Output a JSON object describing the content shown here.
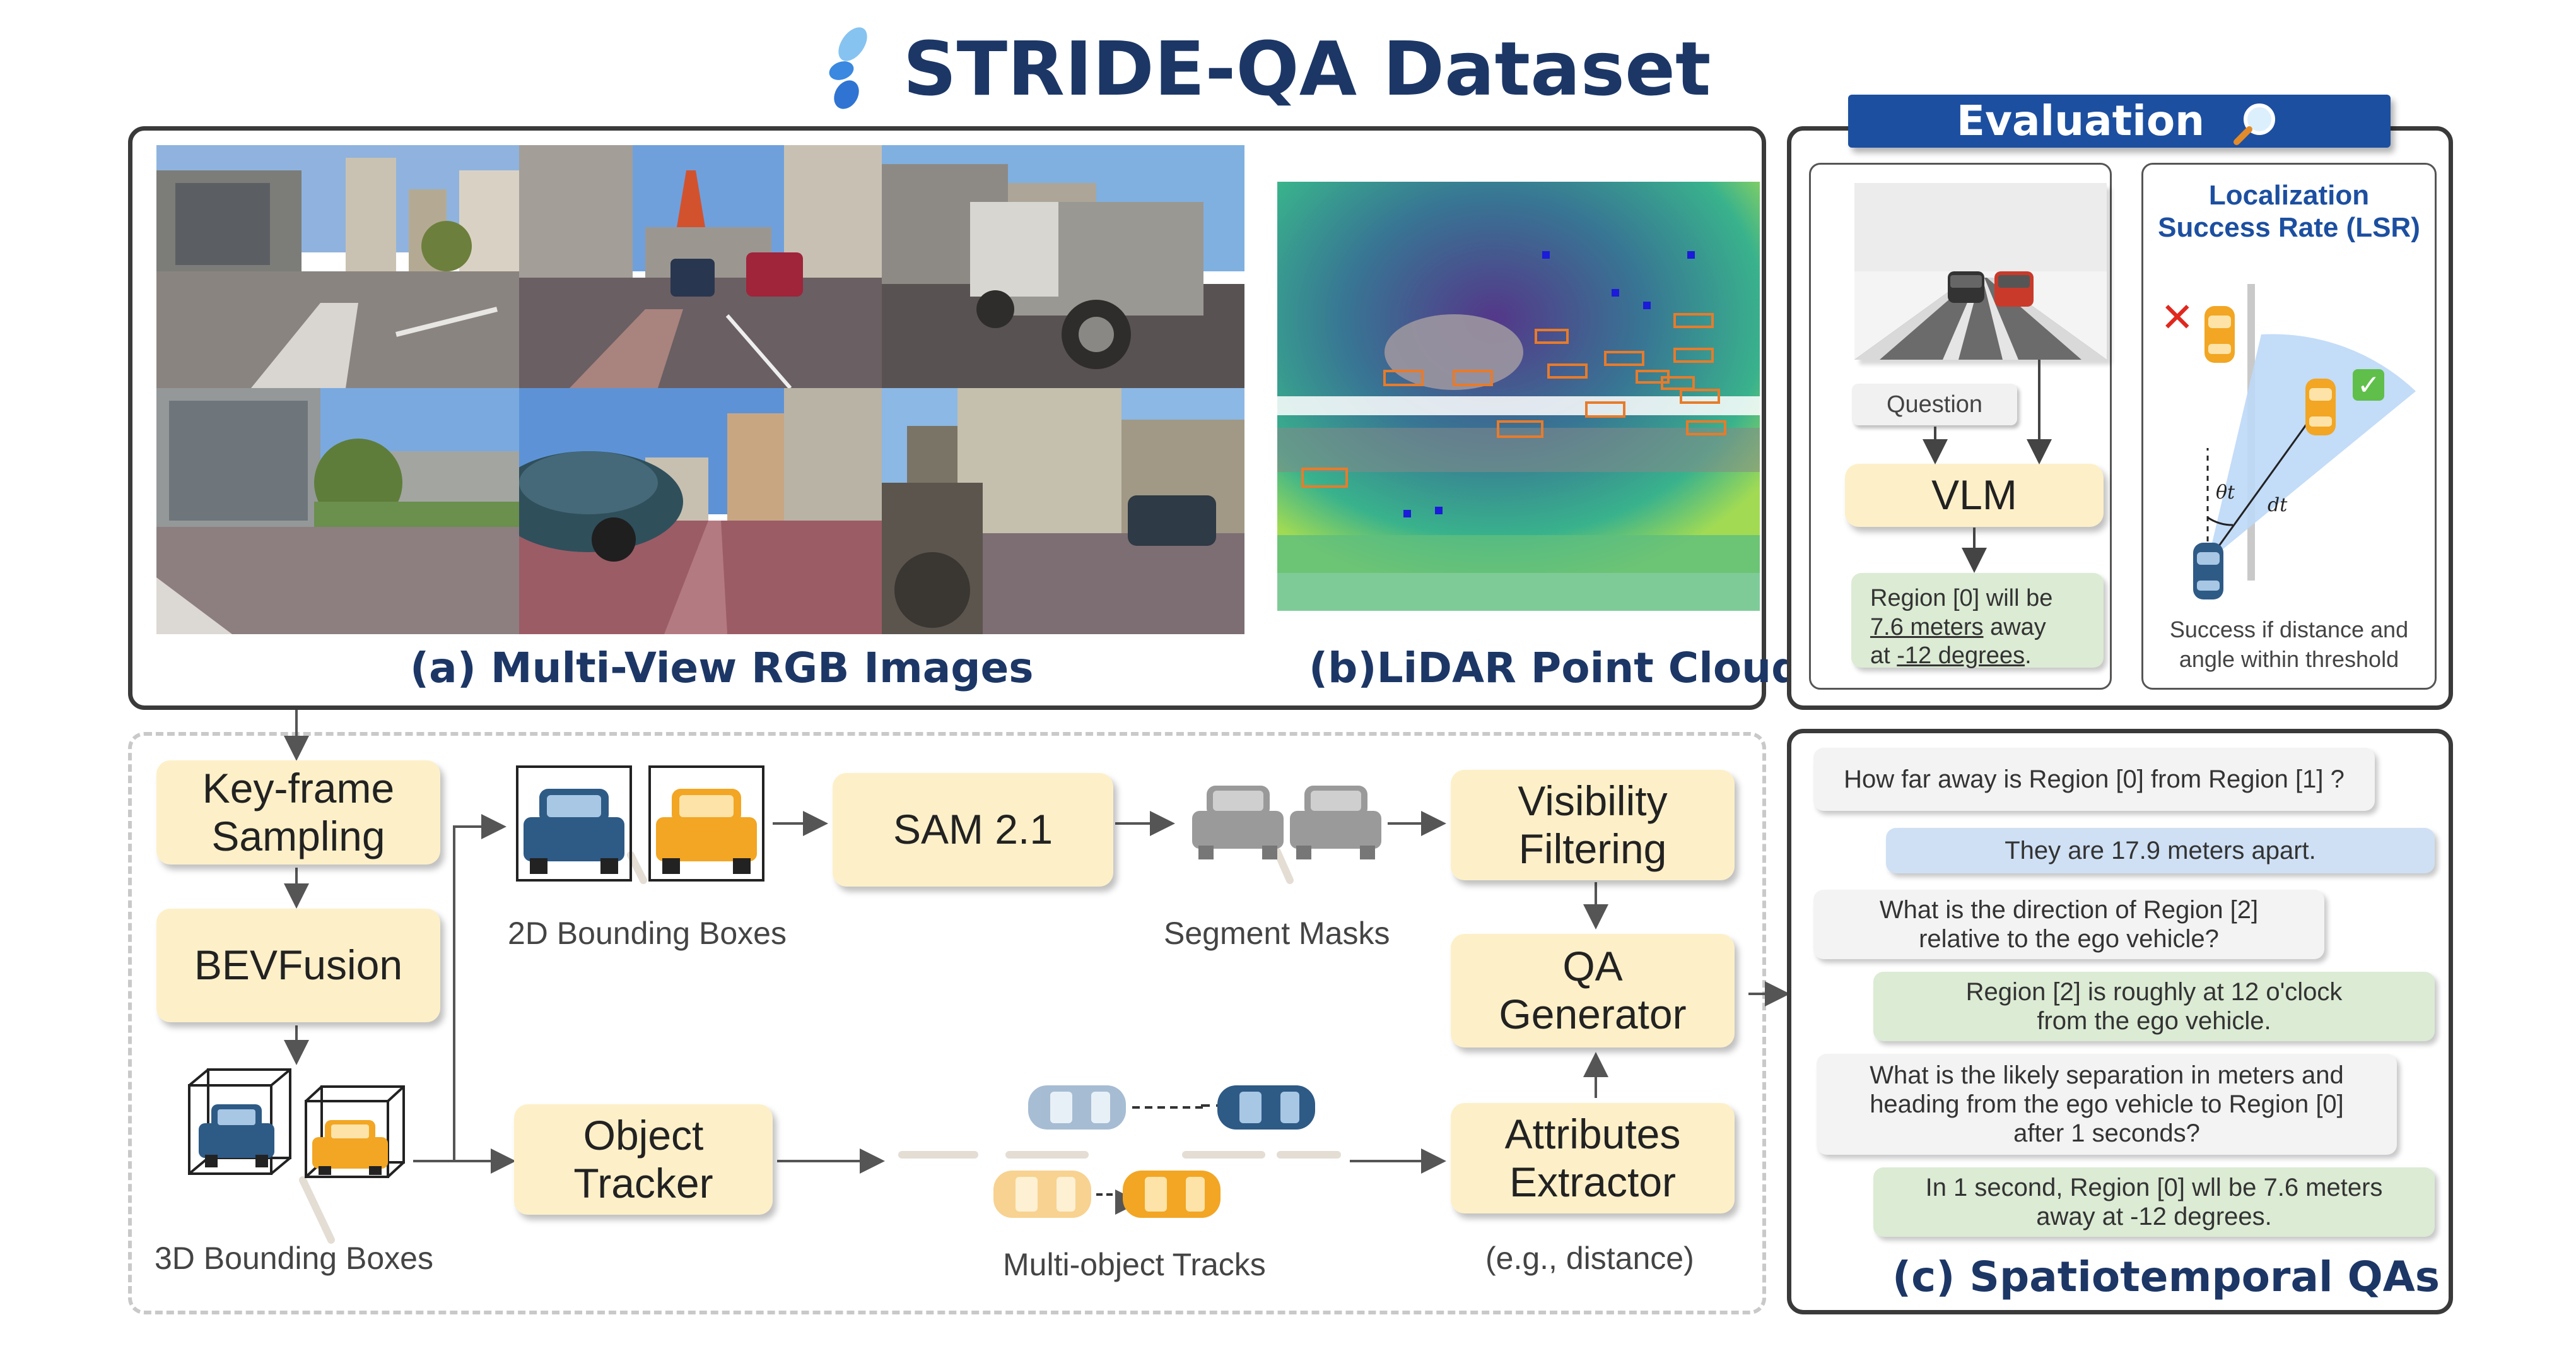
{
  "title": "STRIDE-QA Dataset",
  "captions": {
    "rgb": "(a) Multi-View RGB Images",
    "lidar": "(b)LiDAR Point Cloud",
    "qas": "(c) Spatiotemporal QAs"
  },
  "evaluation": {
    "header": "Evaluation",
    "question": "Question",
    "vlm": "VLM",
    "answer_pre": "Region [0] will be",
    "answer_dist": "7.6 meters",
    "answer_mid": "away",
    "answer_at": "at",
    "answer_deg": "-12 degrees",
    "answer_end": ".",
    "lsr_title_1": "Localization",
    "lsr_title_2": "Success Rate (LSR)",
    "theta": "θt",
    "dist": "dt",
    "lsr_note_1": "Success if distance and",
    "lsr_note_2": "angle within threshold",
    "cross": "✕",
    "check": "✓"
  },
  "pipeline": {
    "keyframe": "Key-frame\nSampling",
    "bevfusion": "BEVFusion",
    "sam": "SAM 2.1",
    "visibility": "Visibility\nFiltering",
    "qa_generator": "QA\nGenerator",
    "object_tracker": "Object\nTracker",
    "attributes": "Attributes\nExtractor",
    "label_2d": "2D Bounding Boxes",
    "label_seg": "Segment Masks",
    "label_3d": "3D Bounding Boxes",
    "label_tracks": "Multi-object Tracks",
    "label_eg": "(e.g., distance)"
  },
  "qas": [
    {
      "kind": "q",
      "text": "How far away is Region [0] from Region [1] ?"
    },
    {
      "kind": "a-blue",
      "text": "They are 17.9 meters apart."
    },
    {
      "kind": "q",
      "text": "What is the direction of Region [2]\nrelative to the ego vehicle?"
    },
    {
      "kind": "a-green",
      "text": "Region [2] is roughly at 12 o'clock\nfrom the ego vehicle."
    },
    {
      "kind": "q",
      "text": "What is the likely separation in meters and\nheading from the ego vehicle to Region [0]\nafter 1 seconds?"
    },
    {
      "kind": "a-green",
      "text": "In 1 second, Region [0] wll be 7.6 meters\naway at -12 degrees."
    }
  ],
  "colors": {
    "navy": "#1c3766",
    "box_fill": "#fdf0c8",
    "car_blue": "#2e5a86",
    "car_orange": "#f2a623",
    "eval_blue": "#1c4fa0"
  }
}
